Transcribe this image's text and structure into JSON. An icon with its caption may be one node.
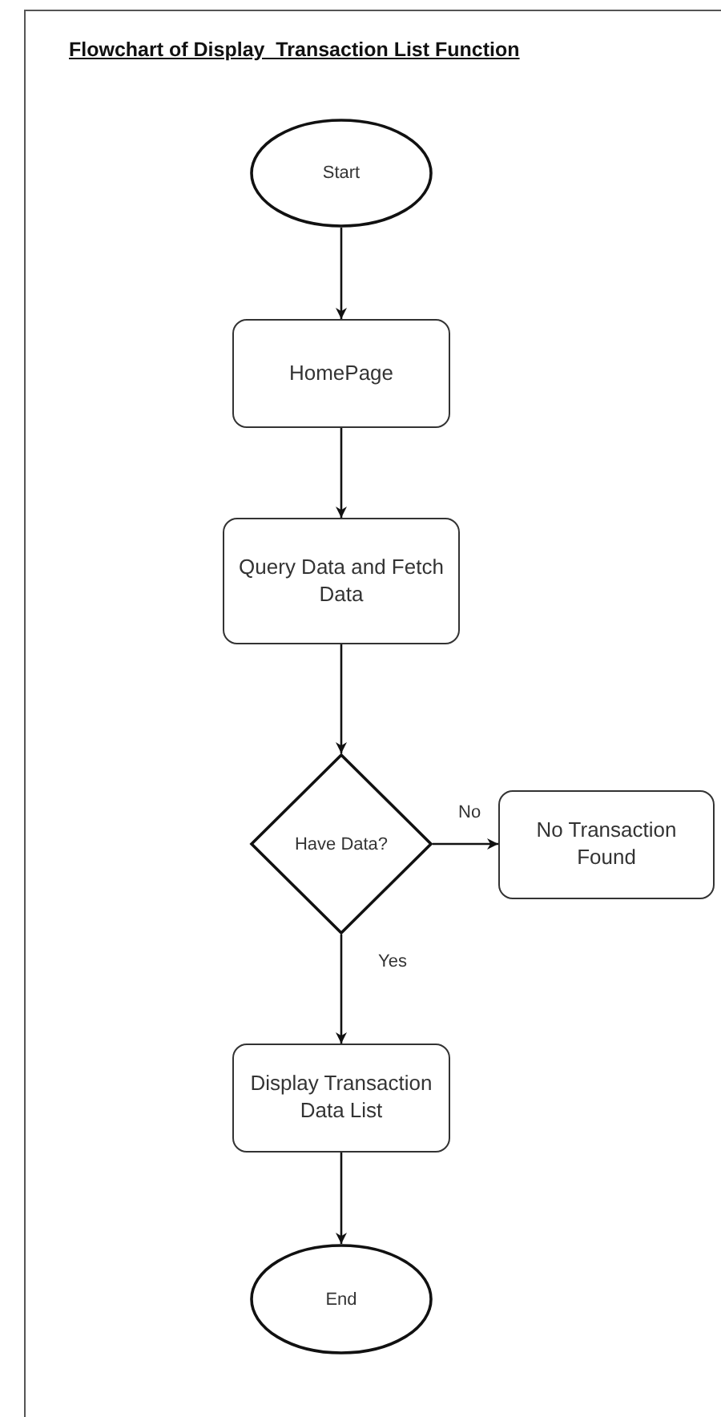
{
  "diagram": {
    "title": "Flowchart of Display  Transaction List Function",
    "nodes": [
      {
        "text": [
          "Start"
        ]
      },
      {
        "text": [
          "HomePage"
        ]
      },
      {
        "text": [
          "Query Data and Fetch Data"
        ]
      },
      {
        "text": [
          "Have Data?"
        ]
      },
      {
        "text": [
          "No Transaction Found"
        ]
      },
      {
        "text": [
          "Display Transaction Data List"
        ]
      },
      {
        "text": [
          "End"
        ]
      }
    ],
    "edges": [
      {
        "from": 0,
        "to": 1,
        "arrow": "to"
      },
      {
        "from": 1,
        "to": 2,
        "arrow": "to"
      },
      {
        "from": 2,
        "to": 3,
        "arrow": "to"
      },
      {
        "from": 3,
        "to": 4,
        "arrow": "to",
        "label": "No"
      },
      {
        "from": 3,
        "to": 5,
        "arrow": "to",
        "label": "Yes"
      },
      {
        "from": 5,
        "to": 6,
        "arrow": "to"
      }
    ]
  }
}
